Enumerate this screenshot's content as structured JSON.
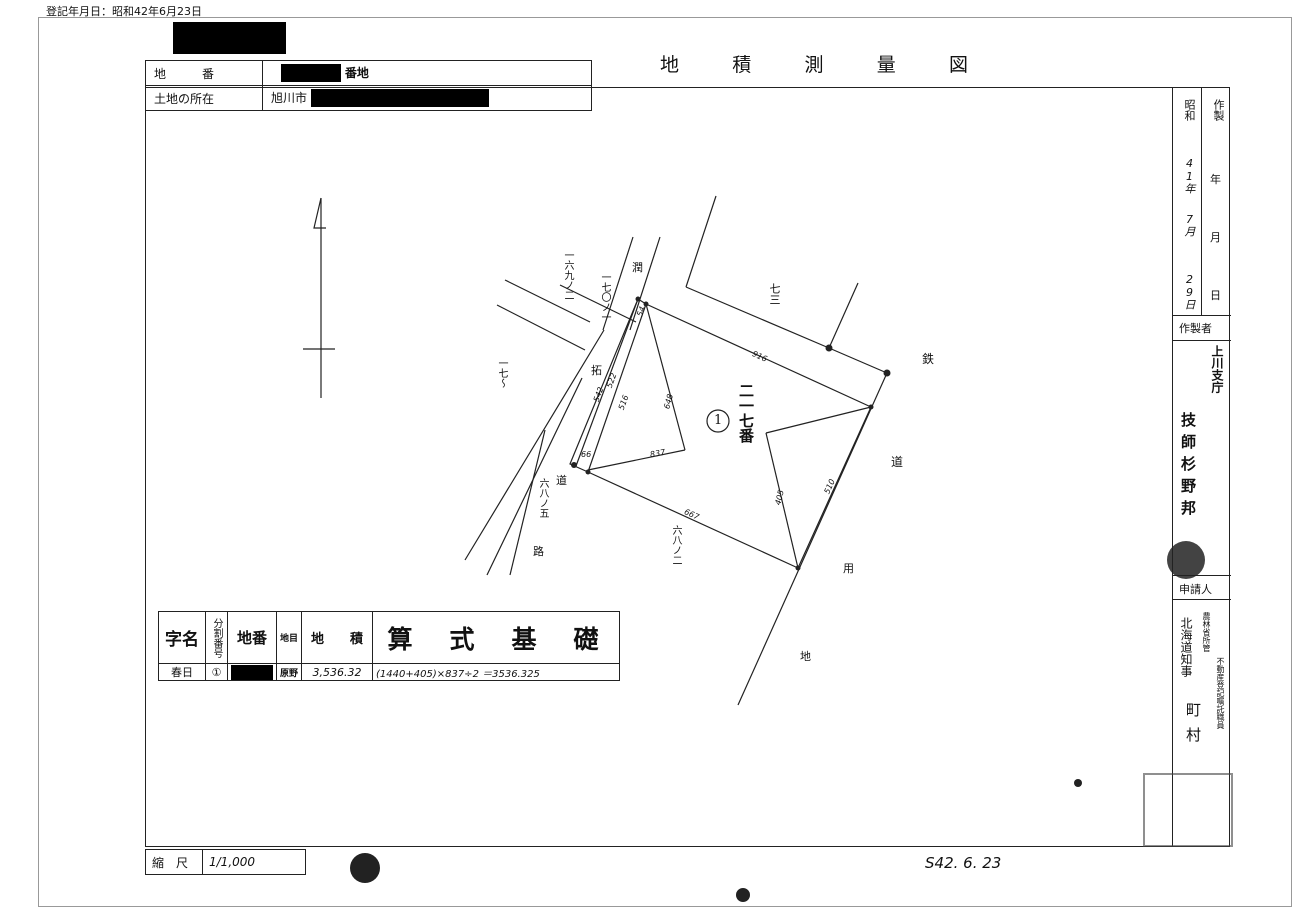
{
  "registration_date": "登記年月日：昭和42年6月23日",
  "title_chars": [
    "地",
    "積",
    "測",
    "量",
    "図"
  ],
  "header": {
    "lot_label": "地　　　番",
    "lot_suffix": "番地",
    "location_label": "土地の所在",
    "location_value": "旭川市"
  },
  "sidebar": {
    "era": "昭和",
    "made": "作製",
    "year_val": "41年",
    "year": "年",
    "month_val": "7月",
    "month": "月",
    "day_val": "29日",
    "day": "日",
    "maker_label": "作製者",
    "office": "上川支庁",
    "maker_name": "技師杉野邦",
    "applicant_label": "申請人",
    "applicant_a": "北海道知事",
    "applicant_b": "農林省所管",
    "applicant_c": "不動産登記嘱託職員",
    "applicant_name": "町村"
  },
  "map_labels": {
    "lot_main": "二一七番",
    "parcel_no": "1",
    "north_label": "七三",
    "tetsu": "鉄",
    "dou1": "道",
    "you": "用",
    "chi": "地",
    "kan": "潤",
    "taku": "拓",
    "dou2": "道",
    "ro": "路",
    "lot_a": "一六九ノ二",
    "lot_b": "一七〇ノ一",
    "lot_c": "一七〜",
    "lot_d": "六八ノ五",
    "lot_e": "六八ノ二",
    "d1": "916",
    "d2": "648",
    "d3": "837",
    "d4": "667",
    "d5": "405",
    "d6": "510",
    "d7": "542",
    "d8": "522",
    "d9": "516",
    "d10": "66",
    "d11": "54"
  },
  "calc_table": {
    "headers": [
      "字名",
      "分割番号",
      "地番",
      "地目",
      "地　　積",
      "算　式　基　礎"
    ],
    "row": {
      "aza": "春日",
      "split_no": "①",
      "chimoku": "原野",
      "area": "3,536.32",
      "formula": "(1440+405)×837÷2 ＝3536.325"
    }
  },
  "scale": {
    "label": "縮　尺",
    "value": "1/1,000"
  },
  "handwritten_date": "S42. 6. 23"
}
